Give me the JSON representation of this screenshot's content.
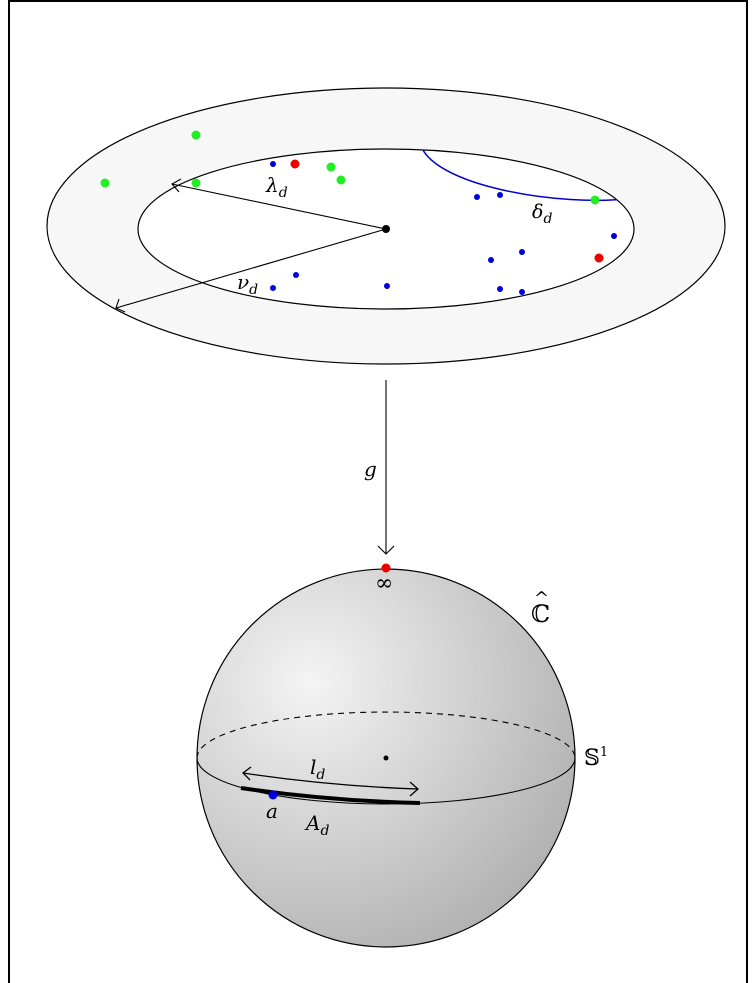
{
  "labels": {
    "lambda": "λ",
    "lambda_sub": "d",
    "nu": "ν",
    "nu_sub": "d",
    "delta": "δ",
    "delta_sub": "d",
    "map": "g",
    "infinity": "∞",
    "riemann_sphere": "ℂ",
    "riemann_hat": "^",
    "circle": "𝕊",
    "circle_sup": "1",
    "arc_length": "l",
    "arc_length_sub": "d",
    "point": "a",
    "arc": "A",
    "arc_sub": "d"
  },
  "colors": {
    "blue_point": "#0000dd",
    "red_point": "#ee0000",
    "green_point": "#22ee22",
    "delta_curve": "#0000cc",
    "annulus_fill": "#f7f7f7",
    "sphere_light": "#f4f4f4",
    "sphere_dark": "#b4b4b4"
  }
}
